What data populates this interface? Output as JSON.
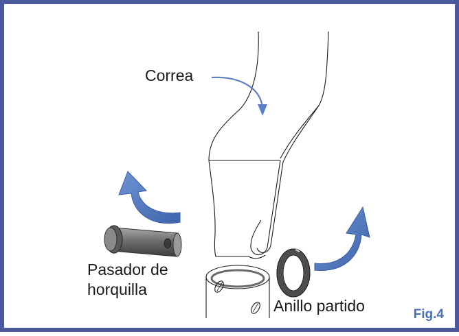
{
  "labels": {
    "strap": "Correa",
    "clevis_pin_line1": "Pasador de",
    "clevis_pin_line2": "horquilla",
    "split_ring": "Anillo partido",
    "figure": "Fig.4"
  },
  "colors": {
    "border": "#4a5a9c",
    "arrow": "#5b7fc2",
    "figure_label": "#4a6fb5",
    "line": "#1a1a1a"
  }
}
